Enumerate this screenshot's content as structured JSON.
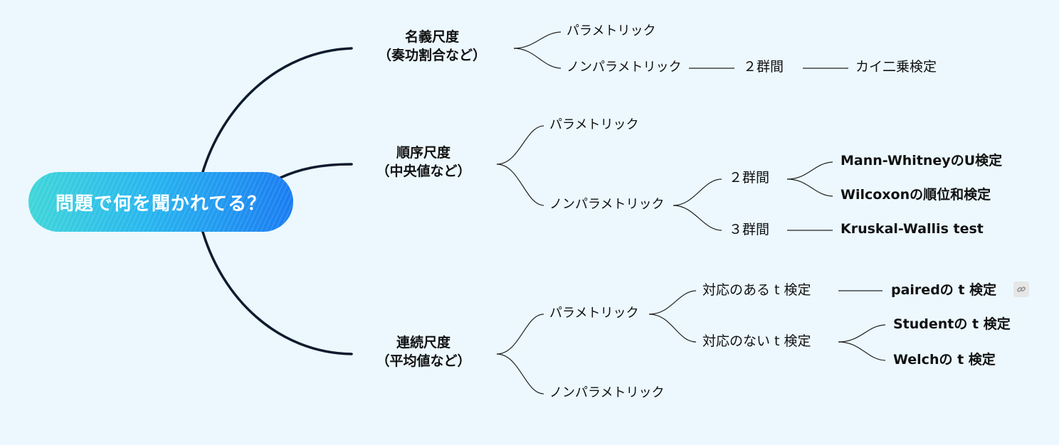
{
  "root": {
    "label": "問題で何を聞かれてる？"
  },
  "nominal": {
    "title": "名義尺度",
    "subtitle": "（奏功割合など）",
    "parametric": "パラメトリック",
    "nonparametric": "ノンパラメトリック",
    "two_groups": "２群間",
    "test": "カイ二乗検定"
  },
  "ordinal": {
    "title": "順序尺度",
    "subtitle": "（中央値など）",
    "parametric": "パラメトリック",
    "nonparametric": "ノンパラメトリック",
    "two_groups": "２群間",
    "two_group_tests": [
      "Mann-WhitneyのU検定",
      "Wilcoxonの順位和検定"
    ],
    "three_groups": "３群間",
    "three_group_test": "Kruskal-Wallis test"
  },
  "continuous": {
    "title": "連続尺度",
    "subtitle": "（平均値など）",
    "parametric": "パラメトリック",
    "nonparametric": "ノンパラメトリック",
    "paired": "対応のある t 検定",
    "paired_test": "pairedの t 検定",
    "unpaired": "対応のない t 検定",
    "unpaired_tests": [
      "Studentの t 検定",
      "Welchの t 検定"
    ]
  },
  "icons": {
    "link": "link-icon"
  },
  "colors": {
    "background": "#ecf8fe",
    "main_branch": "#0d1b2e",
    "sub_branch": "#222222",
    "root_gradient": [
      "#3fd6d9",
      "#27b6ef",
      "#1a7cf2"
    ]
  }
}
